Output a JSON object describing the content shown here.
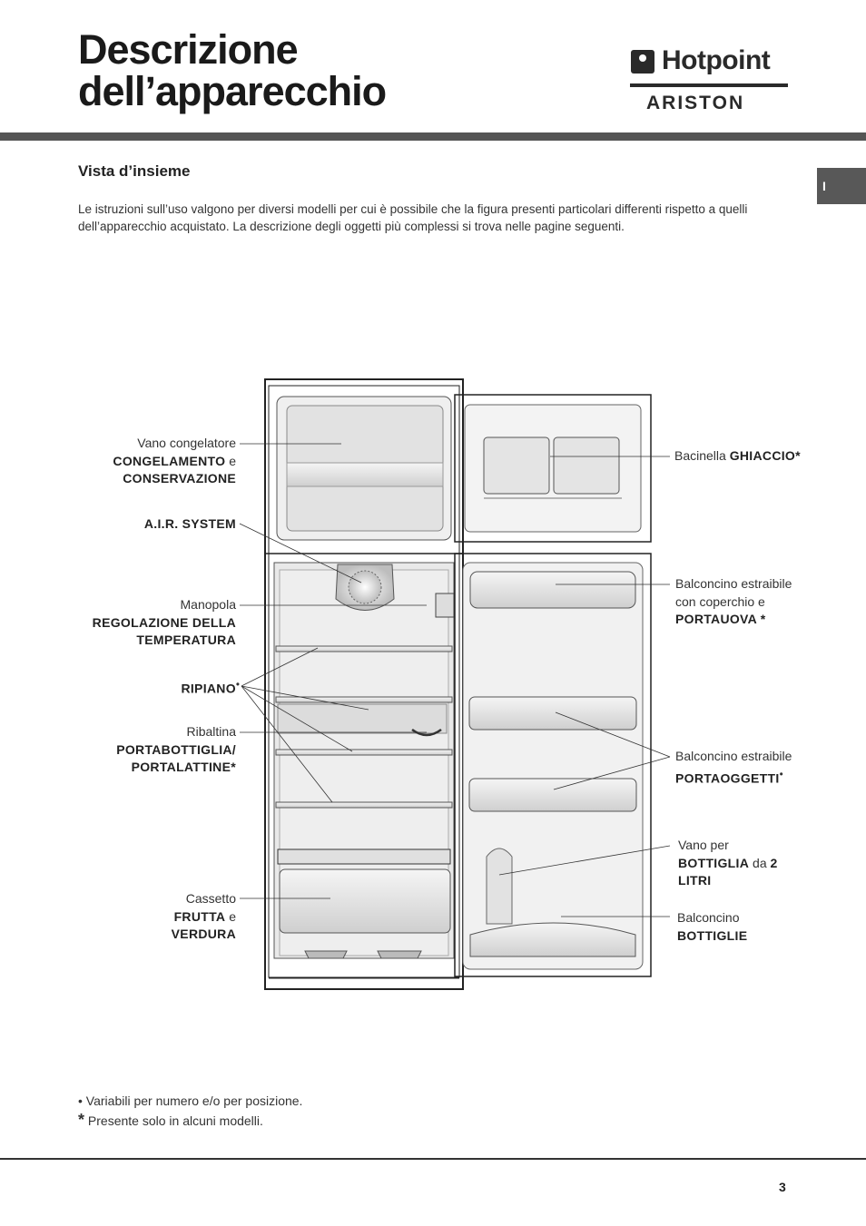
{
  "header": {
    "title_line1": "Descrizione",
    "title_line2": "dell’apparecchio",
    "brand": "Hotpoint",
    "brand_sub": "ARISTON",
    "lang_tab": "I"
  },
  "section": {
    "title": "Vista d’insieme",
    "intro": "Le istruzioni sull’uso valgono per diversi modelli per cui è possibile che la figura presenti particolari differenti rispetto a quelli dell’apparecchio acquistato. La descrizione degli oggetti più complessi si trova nelle pagine seguenti."
  },
  "labels": {
    "vano": {
      "l1": "Vano congelatore",
      "b2": "CONGELAMENTO",
      "n2": " e",
      "b3": "CONSERVAZIONE"
    },
    "air": {
      "b1": "A.I.R. SYSTEM"
    },
    "manopola": {
      "l1": "Manopola",
      "b2": "REGOLAZIONE DELLA",
      "b3": "TEMPERATURA"
    },
    "ripiano": {
      "b1": "RIPIANO",
      "mark": "•"
    },
    "ribaltina": {
      "l1": "Ribaltina",
      "b2": "PORTABOTTIGLIA/",
      "b3": "PORTALATTINE",
      "mark": "*"
    },
    "cassetto": {
      "l1": "Cassetto",
      "b2": "FRUTTA",
      "n2": " e",
      "b3": "VERDURA"
    },
    "bacinella": {
      "l1": "Bacinella ",
      "b1": "GHIACCIO",
      "mark": "*"
    },
    "portauova": {
      "l1": "Balconcino estraibile",
      "l2": "con coperchio e",
      "b3": "PORTAUOVA",
      "mark": " *"
    },
    "portaoggetti": {
      "l1": "Balconcino estraibile",
      "b2": "PORTAOGGETTI",
      "mark": "•"
    },
    "bottiglia": {
      "l1": "Vano per",
      "b2a": "BOTTIGLIA",
      "n2": " da ",
      "b2b": "2",
      "b3": "LITRI"
    },
    "bottiglie": {
      "l1": "Balconcino",
      "b2": "BOTTIGLIE"
    }
  },
  "footnotes": {
    "dot_symbol": "•",
    "dot_text": "Variabili per numero e/o per posizione.",
    "star_symbol": "*",
    "star_text": "Presente solo in alcuni modelli."
  },
  "page_number": "3"
}
